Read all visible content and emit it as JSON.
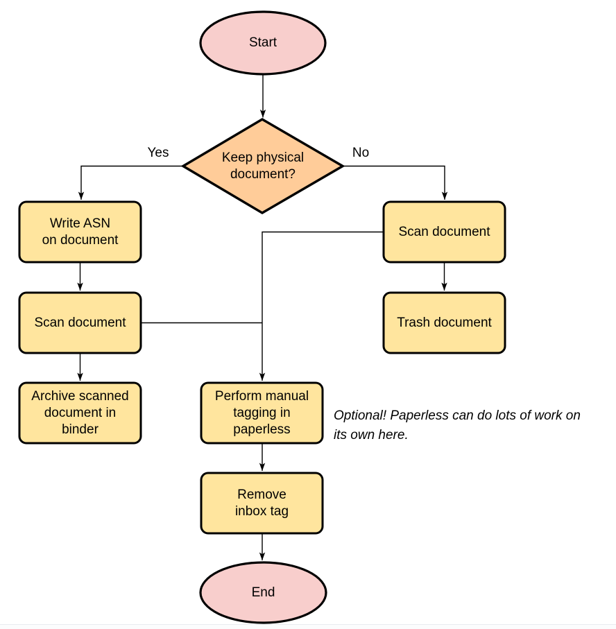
{
  "flowchart": {
    "nodes": {
      "start": {
        "label": "Start",
        "shape": "terminator"
      },
      "decision": {
        "label": "Keep physical\ndocument?",
        "shape": "decision"
      },
      "write_asn": {
        "label": "Write ASN\non document",
        "shape": "process"
      },
      "scan_left": {
        "label": "Scan document",
        "shape": "process"
      },
      "archive": {
        "label": "Archive scanned\ndocument in\nbinder",
        "shape": "process"
      },
      "scan_right": {
        "label": "Scan document",
        "shape": "process"
      },
      "trash": {
        "label": "Trash document",
        "shape": "process"
      },
      "tagging": {
        "label": "Perform manual\ntagging in\npaperless",
        "shape": "process"
      },
      "remove_inbox": {
        "label": "Remove\ninbox tag",
        "shape": "process"
      },
      "end": {
        "label": "End",
        "shape": "terminator"
      }
    },
    "branch_labels": {
      "yes": "Yes",
      "no": "No"
    },
    "annotation": "Optional! Paperless can do lots of work on\nits own here.",
    "colors": {
      "terminator_fill": "#F8CECC",
      "decision_fill": "#FFCC99",
      "process_fill": "#FFE59E",
      "stroke": "#000000",
      "background": "#FFFFFF"
    }
  }
}
